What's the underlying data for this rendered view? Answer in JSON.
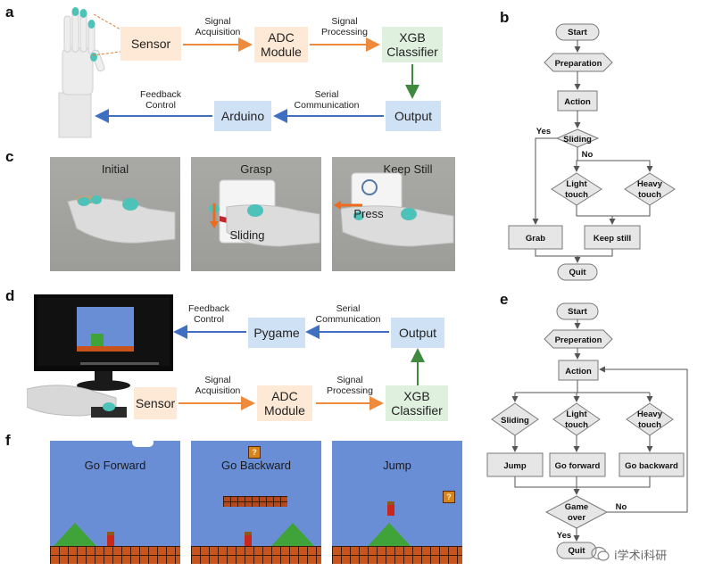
{
  "panels": {
    "a": "a",
    "b": "b",
    "c": "c",
    "d": "d",
    "e": "e",
    "f": "f"
  },
  "panel_a": {
    "sensor": "Sensor",
    "adc": "ADC Module",
    "xgb": "XGB Classifier",
    "output": "Output",
    "arduino": "Arduino",
    "signal_acquisition": "Signal Acquisition",
    "signal_processing": "Signal Processing",
    "serial_communication": "Serial Communication",
    "feedback_control": "Feedback Control"
  },
  "panel_b": {
    "start": "Start",
    "preparation": "Preparation",
    "action": "Action",
    "sliding": "Sliding",
    "yes": "Yes",
    "no": "No",
    "light_touch_1": "Light",
    "light_touch_2": "touch",
    "heavy_touch_1": "Heavy",
    "heavy_touch_2": "touch",
    "grab": "Grab",
    "keep_still": "Keep still",
    "quit": "Quit"
  },
  "panel_c": {
    "initial": "Initial",
    "grasp": "Grasp",
    "sliding": "Sliding",
    "keep_still": "Keep Still",
    "press": "Press"
  },
  "panel_d": {
    "sensor": "Sensor",
    "adc": "ADC Module",
    "xgb": "XGB Classifier",
    "output": "Output",
    "pygame": "Pygame",
    "signal_acquisition": "Signal Acquisition",
    "signal_processing": "Signal Processing",
    "serial_communication": "Serial Communication",
    "feedback_control": "Feedback Control"
  },
  "panel_e": {
    "start": "Start",
    "preparation": "Preperation",
    "action": "Action",
    "sliding": "Sliding",
    "light_touch_1": "Light",
    "light_touch_2": "touch",
    "heavy_touch_1": "Heavy",
    "heavy_touch_2": "touch",
    "jump": "Jump",
    "go_forward": "Go forward",
    "go_backward": "Go backward",
    "game_over_1": "Game",
    "game_over_2": "over",
    "yes": "Yes",
    "no": "No",
    "quit": "Quit"
  },
  "panel_f": {
    "go_forward": "Go Forward",
    "go_backward": "Go Backward",
    "jump": "Jump"
  },
  "watermark": "i学术i科研",
  "colors": {
    "orange_arrow": "#ee8a3c",
    "green_arrow": "#3f8a3f",
    "blue_arrow": "#3f6fc0",
    "orange_box": "#fde9d6",
    "green_box": "#dff1de",
    "blue_box": "#cfe2f5",
    "flow_fill": "#e6e6e6",
    "flow_stroke": "#7a7a7a"
  }
}
